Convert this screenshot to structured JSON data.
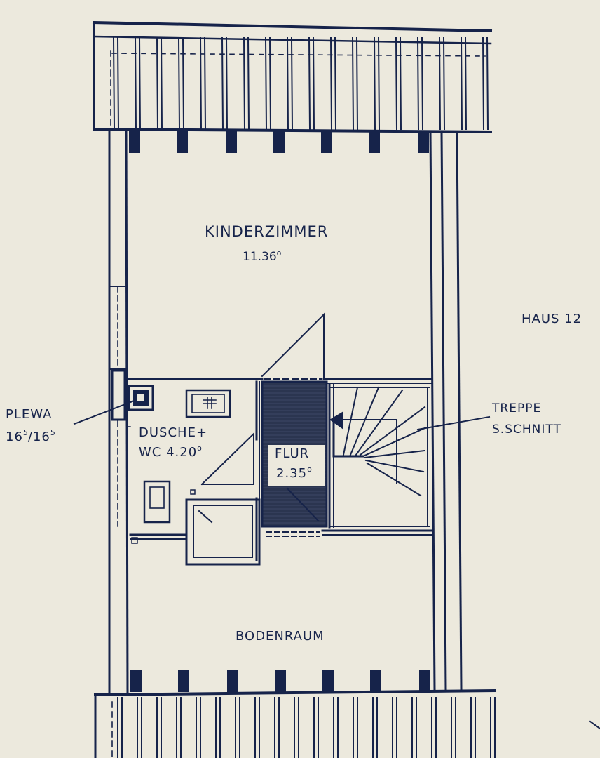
{
  "colors": {
    "ink": "#16234a",
    "paper": "#ece9dd",
    "hatch": "#2b3550"
  },
  "rooms": {
    "kinderzimmer": {
      "name": "KINDERZIMMER",
      "area": "11.36",
      "unit_sup": "o"
    },
    "dusche": {
      "name": "DUSCHE+",
      "area": "WC 4.20",
      "unit_sup": "o"
    },
    "flur": {
      "name": "FLUR",
      "area": "2.35",
      "unit_sup": "o"
    },
    "bodenraum": {
      "name": "BODENRAUM"
    }
  },
  "annotations": {
    "haus": "HAUS 12",
    "plewa_title": "PLEWA",
    "plewa_dim": {
      "a": "16",
      "a_sup": "5",
      "sep": "/16",
      "b_sup": "5"
    },
    "treppe_line1": "TREPPE",
    "treppe_line2": "S.SCHNITT"
  }
}
